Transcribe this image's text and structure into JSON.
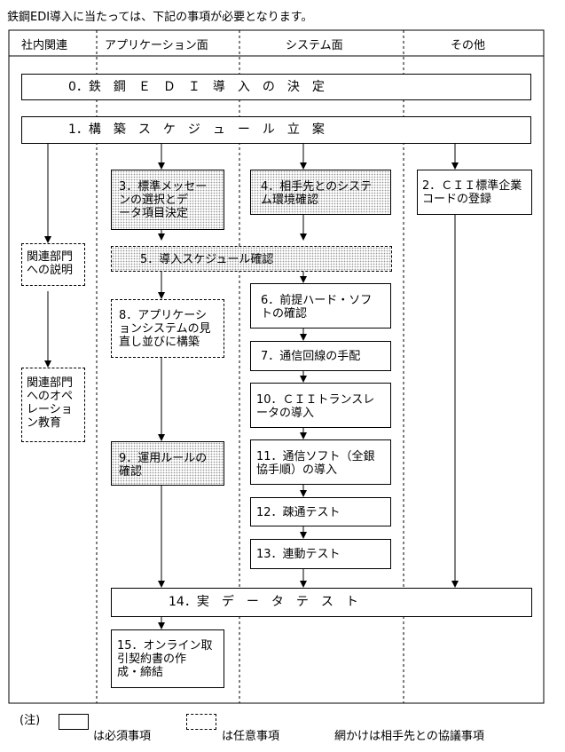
{
  "header": {
    "intro": "鉄鋼EDI導入に当たっては、下記の事項が必要となります。"
  },
  "columns": [
    "社内関連",
    "アプリケーション面",
    "システム面",
    "その他"
  ],
  "steps": {
    "s0": "0．鉄　鋼　Ｅ　Ｄ　Ｉ　導　入　の　決　定",
    "s1": "1．構　築　ス　ケ　ジ　ュ　ー　ル　立　案",
    "s2": "2．ＣＩＩ標準企業\nコードの登録",
    "s3": "3．標準メッセー\nンの選択とデ\nータ項目決定",
    "s4": "4．相手先とのシステ\nム環境確認",
    "s5": "5．導入スケジュール確認",
    "s6": "6．前提ハード・ソフ\nトの確認",
    "s7": "7．通信回線の手配",
    "s8": "8．アプリケーシ\nョンシステムの見\n直し並びに構築",
    "s9": "9．運用ルールの\n確認",
    "s10": "10．ＣＩＩトランスレ\nータの導入",
    "s11": "11．通信ソフト（全銀\n協手順）の導入",
    "s12": "12．疎通テスト",
    "s13": "13．連動テスト",
    "s14": "14．実　デ　ー　タ　テ　ス　ト",
    "s15": "15．オンライン取\n引契約書の作\n成・締結",
    "in_a": "関連部門\nへの説明",
    "in_b": "関連部門\nへのオペ\nレーショ\nン教育"
  },
  "legend": {
    "note": "(注)",
    "required": "は必須事項",
    "optional": "は任意事項",
    "shaded": "網かけは相手先との協議事項"
  }
}
